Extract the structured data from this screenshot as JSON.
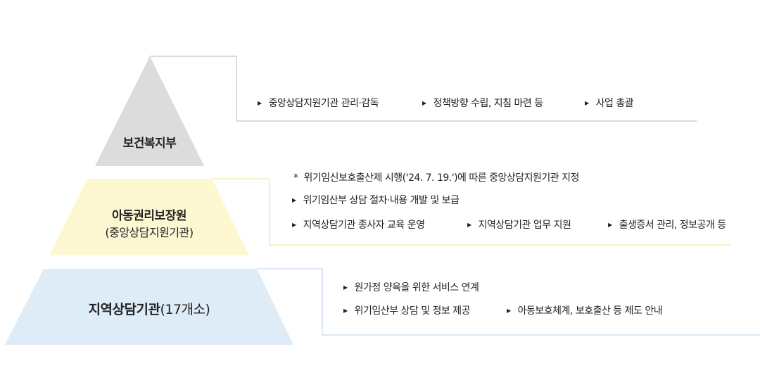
{
  "colors": {
    "top": "#dcdcdc",
    "middle": "#fdf8d2",
    "bottom": "#deecf8"
  },
  "levels": [
    {
      "title": "보건복지부",
      "items": [
        "중앙상담지원기관 관리·감독",
        "정책방향 수립, 지침 마련 등",
        "사업 총괄"
      ]
    },
    {
      "title": "아동권리보장원",
      "subtitle": "(중앙상담지원기관)",
      "note_marker": "*",
      "note": "위기임신보호출산제 시행('24. 7. 19.')에 따른 중앙상담지원기관 지정",
      "items": [
        "위기임산부 상담 절차·내용 개발 및 보급",
        "지역상담기관 종사자 교육 운영",
        "지역상담기관 업무 지원",
        "출생증서 관리, 정보공개 등"
      ]
    },
    {
      "title": "지역상담기관",
      "title_suffix": "(17개소)",
      "items": [
        "원가정 양육을 위한 서비스 연계",
        "위기임산부 상담 및 정보 제공",
        "아동보호체계, 보호출산 등 제도 안내"
      ]
    }
  ],
  "bullet": "▶"
}
